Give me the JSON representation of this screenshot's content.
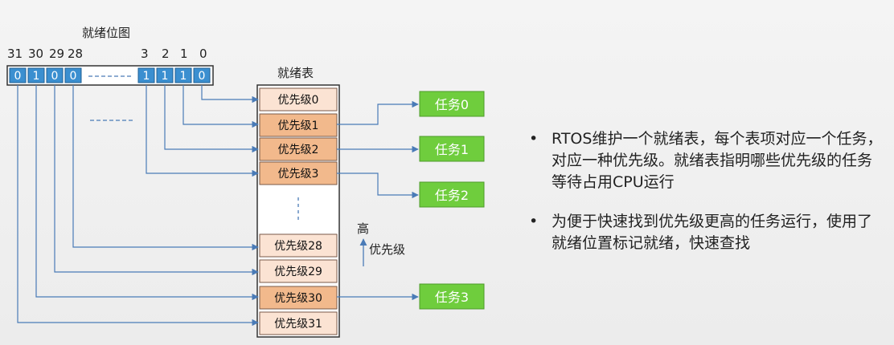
{
  "diagram": {
    "bitmap_title": "就绪位图",
    "bit_numbers": [
      "31",
      "30",
      "29",
      "28",
      "3",
      "2",
      "1",
      "0"
    ],
    "bits": [
      "0",
      "1",
      "0",
      "0",
      "1",
      "1",
      "1",
      "0"
    ],
    "table_title": "就绪表",
    "priorities": [
      {
        "label": "优先级0",
        "ready": false
      },
      {
        "label": "优先级1",
        "ready": true
      },
      {
        "label": "优先级2",
        "ready": true
      },
      {
        "label": "优先级3",
        "ready": true
      },
      {
        "label": "优先级28",
        "ready": false
      },
      {
        "label": "优先级29",
        "ready": false
      },
      {
        "label": "优先级30",
        "ready": true
      },
      {
        "label": "优先级31",
        "ready": false
      }
    ],
    "tasks": [
      "任务0",
      "任务1",
      "任务2",
      "任务3"
    ],
    "arrow_high_label": "高",
    "arrow_priority_label": "优先级",
    "colors": {
      "bit_fill": "#3b8fd0",
      "cell_ready": "#f2b98c",
      "cell_idle": "#fbe3d3",
      "task_fill": "#6fcd3d",
      "wire": "#4a7bb7"
    }
  },
  "bullets": [
    "RTOS维护一个就绪表，每个表项对应一个任务，对应一种优先级。就绪表指明哪些优先级的任务等待占用CPU运行",
    "为便于快速找到优先级更高的任务运行，使用了就绪位置标记就绪，快速查找"
  ]
}
